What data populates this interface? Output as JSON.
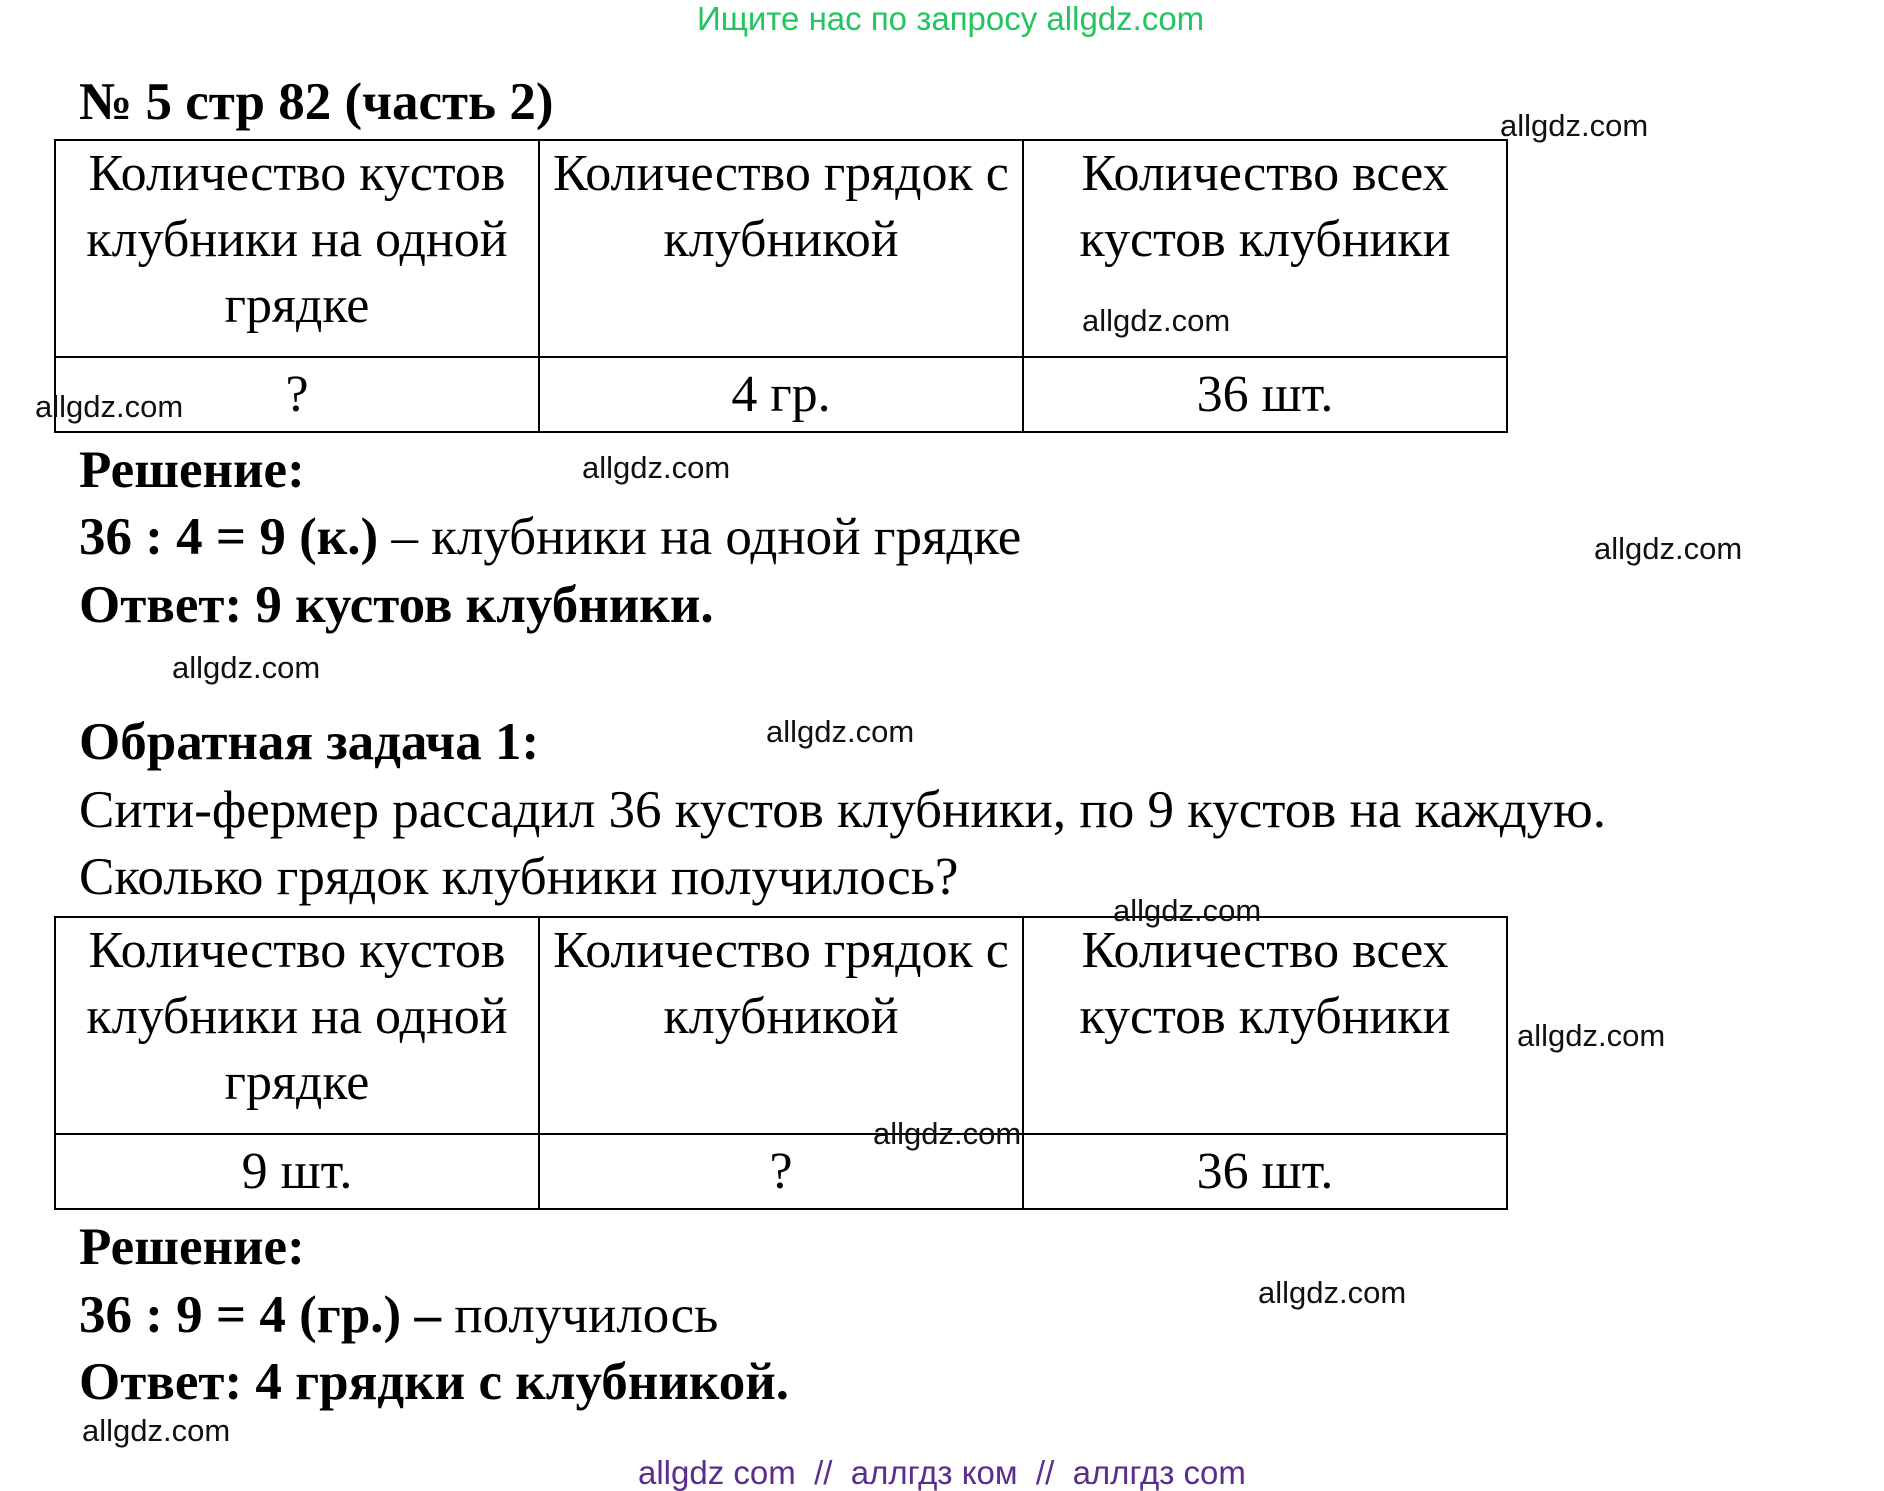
{
  "banner_top": "Ищите нас по запросу allgdz.com",
  "title": "№ 5 стр 82 (часть 2)",
  "table1": {
    "headers": [
      "Количество кустов клубники на одной грядке",
      "Количество грядок с клубникой",
      "Количество всех кустов клубники"
    ],
    "values": [
      "?",
      "4 гр.",
      "36 шт."
    ]
  },
  "solution1": {
    "heading": "Решение:",
    "expr": "36 : 4 = 9 (к.)",
    "expr_tail": " – клубники на одной грядке",
    "answer": "Ответ: 9 кустов клубники."
  },
  "inverse": {
    "heading": "Обратная задача 1:",
    "text_line1": "Сити-фермер рассадил 36 кустов клубники, по 9 кустов на каждую.",
    "text_line2": "Сколько грядок клубники получилось?"
  },
  "table2": {
    "headers": [
      "Количество кустов клубники на одной грядке",
      "Количество грядок с клубникой",
      "Количество всех кустов клубники"
    ],
    "values": [
      "9 шт.",
      "?",
      "36 шт."
    ]
  },
  "solution2": {
    "heading": "Решение:",
    "expr": "36 : 9 = 4 (гр.) –",
    "expr_tail": " получилось",
    "answer": "Ответ: 4 грядки с клубникой."
  },
  "watermark": "allgdz.com",
  "banner_bottom": "allgdz com  //  аллгдз ком  //  аллгдз com",
  "colors": {
    "banner_top": "#22c55e",
    "banner_bottom": "#5b2d8e",
    "text": "#000000"
  }
}
